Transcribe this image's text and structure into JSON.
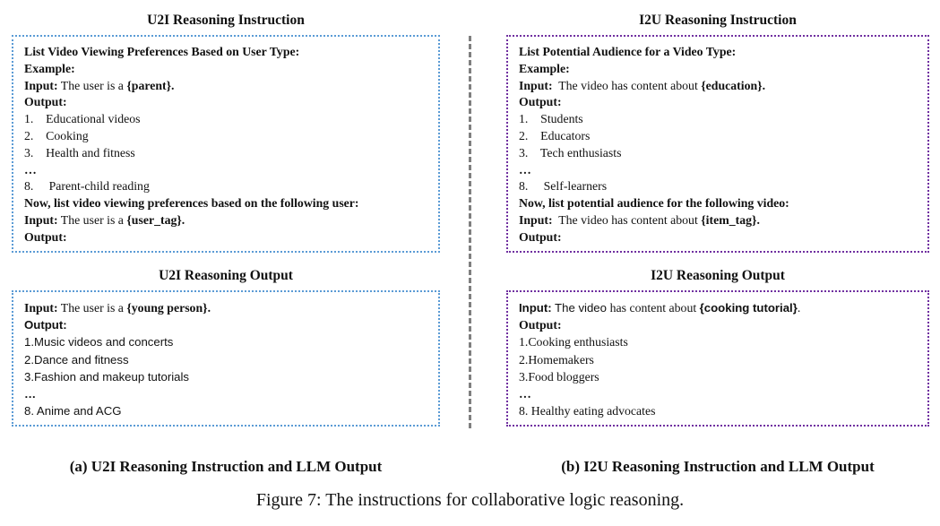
{
  "colors": {
    "u2i_border": "#5b9bd5",
    "i2u_border": "#7030a0",
    "divider": "#7f7f7f"
  },
  "left_panel": {
    "instruction_title": "U2I Reasoning Instruction",
    "instruction_lines": [
      [
        {
          "t": "List Video Viewing Preferences Based on User Type:",
          "b": true
        }
      ],
      [
        {
          "t": "Example:",
          "b": true
        }
      ],
      [
        {
          "t": "Input:",
          "b": true
        },
        {
          "t": " The user is a "
        },
        {
          "t": "{parent}.",
          "b": true
        }
      ],
      [
        {
          "t": "Output:",
          "b": true
        }
      ],
      [
        {
          "t": "1.    Educational videos"
        }
      ],
      [
        {
          "t": "2.    Cooking"
        }
      ],
      [
        {
          "t": "3.    Health and fitness"
        }
      ],
      [
        {
          "t": "…",
          "b": true,
          "e": true
        }
      ],
      [
        {
          "t": "8.     Parent-child reading"
        }
      ],
      [
        {
          "t": "Now, list video viewing preferences based on the following user:",
          "b": true
        }
      ],
      [
        {
          "t": "Input:",
          "b": true
        },
        {
          "t": " The user is a "
        },
        {
          "t": "{user_tag}.",
          "b": true
        }
      ],
      [
        {
          "t": "Output:",
          "b": true
        }
      ]
    ],
    "output_title": "U2I Reasoning Output",
    "output_lines": [
      [
        {
          "t": "Input:",
          "b": true
        },
        {
          "t": " The user is a "
        },
        {
          "t": "{young person}.",
          "b": true
        }
      ],
      [
        {
          "t": "Output:",
          "b": true,
          "f": "sans"
        }
      ],
      [
        {
          "t": "1.Music videos and concerts",
          "f": "sans"
        }
      ],
      [
        {
          "t": "2.Dance and fitness",
          "f": "sans"
        }
      ],
      [
        {
          "t": "3.Fashion and makeup tutorials",
          "f": "sans"
        }
      ],
      [
        {
          "t": "…",
          "b": true,
          "f": "sans",
          "e": true
        }
      ],
      [
        {
          "t": "8. Anime and ACG",
          "f": "sans"
        }
      ]
    ],
    "caption": "(a) U2I Reasoning Instruction and LLM Output"
  },
  "right_panel": {
    "instruction_title": "I2U Reasoning Instruction",
    "instruction_lines": [
      [
        {
          "t": "List Potential Audience for a Video Type:",
          "b": true
        }
      ],
      [
        {
          "t": "Example:",
          "b": true
        }
      ],
      [
        {
          "t": "Input:",
          "b": true
        },
        {
          "t": "  The video has content about "
        },
        {
          "t": "{education}.",
          "b": true
        }
      ],
      [
        {
          "t": "Output:",
          "b": true
        }
      ],
      [
        {
          "t": "1.    Students"
        }
      ],
      [
        {
          "t": "2.    Educators"
        }
      ],
      [
        {
          "t": "3.    Tech enthusiasts"
        }
      ],
      [
        {
          "t": "…",
          "b": true,
          "e": true
        }
      ],
      [
        {
          "t": "8.     Self-learners"
        }
      ],
      [
        {
          "t": "Now, list potential audience for the following video:",
          "b": true
        }
      ],
      [
        {
          "t": "Input:",
          "b": true
        },
        {
          "t": "  The video has content about "
        },
        {
          "t": "{item_tag}.",
          "b": true
        }
      ],
      [
        {
          "t": "Output:",
          "b": true
        }
      ]
    ],
    "output_title": "I2U Reasoning Output",
    "output_lines": [
      [
        {
          "t": "Input:",
          "b": true,
          "f": "sans"
        },
        {
          "t": " The video ",
          "f": "sans"
        },
        {
          "t": "has content about "
        },
        {
          "t": "{cooking tutorial}",
          "b": true,
          "f": "sans"
        },
        {
          "t": "."
        }
      ],
      [
        {
          "t": "Output:",
          "b": true
        }
      ],
      [
        {
          "t": "1.Cooking enthusiasts"
        }
      ],
      [
        {
          "t": "2.Homemakers"
        }
      ],
      [
        {
          "t": "3.Food bloggers"
        }
      ],
      [
        {
          "t": "…",
          "b": true,
          "e": true
        }
      ],
      [
        {
          "t": "8. Healthy eating advocates"
        }
      ]
    ],
    "caption": "(b) I2U Reasoning Instruction and LLM Output"
  },
  "figure": {
    "caption": "Figure 7: The instructions for collaborative logic reasoning."
  }
}
